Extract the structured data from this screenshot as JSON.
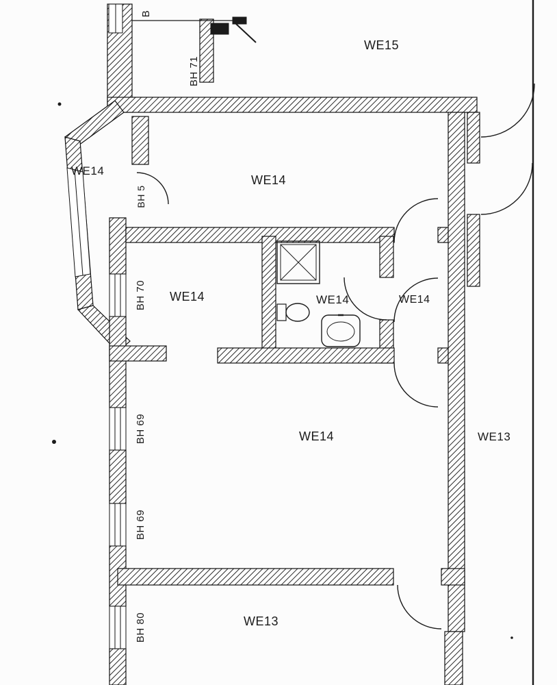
{
  "document": {
    "type": "scanned-floor-plan"
  },
  "labels": {
    "we15": "WE15",
    "we14_bay": "WE14",
    "we14_top": "WE14",
    "we14_mid_left": "WE14",
    "we14_bath": "WE14",
    "we14_hall": "WE14",
    "we14_bottom": "WE14",
    "we13_right": "WE13",
    "we13_bottom": "WE13",
    "bh71": "BH 71",
    "bh5": "BH 5",
    "bh70": "BH 70",
    "bh69_upper": "BH 69",
    "bh69_lower": "BH 69",
    "bh80": "BH 80",
    "b_partial": "B"
  },
  "symbols": {
    "shower": "shower-symbol",
    "toilet": "toilet-symbol",
    "sink": "sink-symbol"
  },
  "colors": {
    "ink": "#1b1b1b",
    "paper": "#fcfcfc"
  }
}
